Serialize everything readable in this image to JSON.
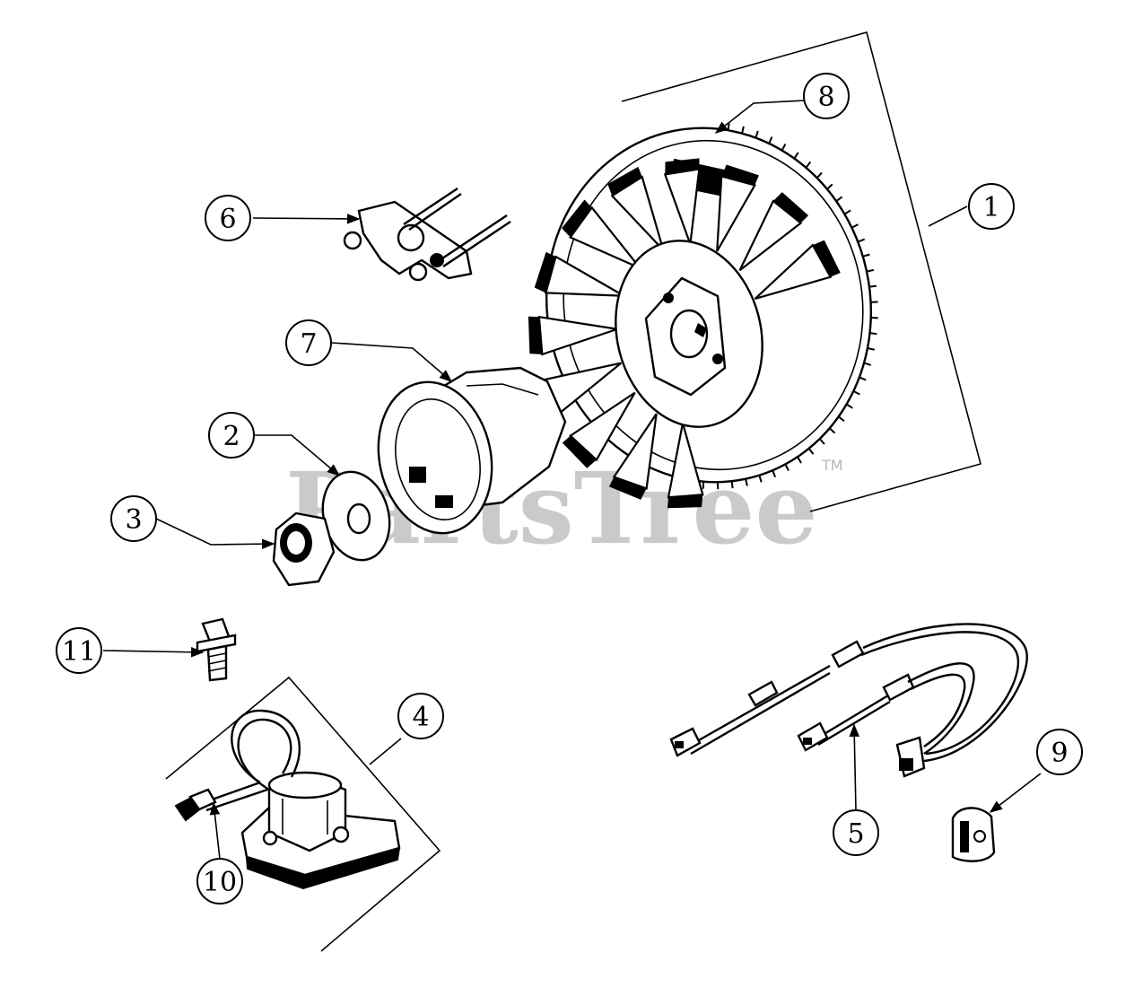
{
  "watermark": {
    "text": "PartsTree",
    "tm": "TM"
  },
  "callouts": [
    {
      "id": "1",
      "label": "1"
    },
    {
      "id": "2",
      "label": "2"
    },
    {
      "id": "3",
      "label": "3"
    },
    {
      "id": "4",
      "label": "4"
    },
    {
      "id": "5",
      "label": "5"
    },
    {
      "id": "6",
      "label": "6"
    },
    {
      "id": "7",
      "label": "7"
    },
    {
      "id": "8",
      "label": "8"
    },
    {
      "id": "9",
      "label": "9"
    },
    {
      "id": "10",
      "label": "10"
    },
    {
      "id": "11",
      "label": "11"
    }
  ]
}
